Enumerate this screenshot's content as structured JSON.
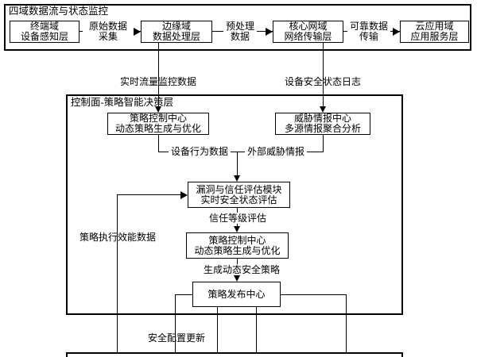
{
  "page": {
    "background": "#ffffff",
    "line_color": "#000000",
    "text_color": "#000000"
  },
  "top_section": {
    "title": "四域数据流与状态监控",
    "nodes": [
      {
        "line1": "终端域",
        "line2": "设备感知层"
      },
      {
        "line1": "边缘域",
        "line2": "数据处理层"
      },
      {
        "line1": "核心网域",
        "line2": "网络传输层"
      },
      {
        "line1": "云应用域",
        "line2": "应用服务层"
      }
    ],
    "connectors": [
      {
        "line1": "原始数据",
        "line2": "采集"
      },
      {
        "line1": "预处理",
        "line2": "数据"
      },
      {
        "line1": "可靠数据",
        "line2": "传输"
      }
    ]
  },
  "control_plane": {
    "title": "控制面-策略智能决策层",
    "nodes": {
      "policy_center_top": {
        "line1": "策略控制中心",
        "line2": "动态策略生成与优化"
      },
      "threat_center": {
        "line1": "威胁情报中心",
        "line2": "多源情报聚合分析"
      },
      "assessment": {
        "line1": "漏洞与信任评估模块",
        "line2": "实时安全状态评估"
      },
      "policy_center_bottom": {
        "line1": "策略控制中心",
        "line2": "动态策略生成与优化"
      },
      "publish_center": {
        "label": "策略发布中心"
      }
    }
  },
  "flow_labels": {
    "realtime_traffic": "实时流量监控数据",
    "device_security_log": "设备安全状态日志",
    "device_behavior": "设备行为数据",
    "external_threat": "外部威胁情报",
    "trust_level_eval": "信任等级评估",
    "policy_effectiveness": "策略执行效能数据",
    "generate_policy": "生成动态安全策略",
    "security_config_update": "安全配置更新"
  }
}
